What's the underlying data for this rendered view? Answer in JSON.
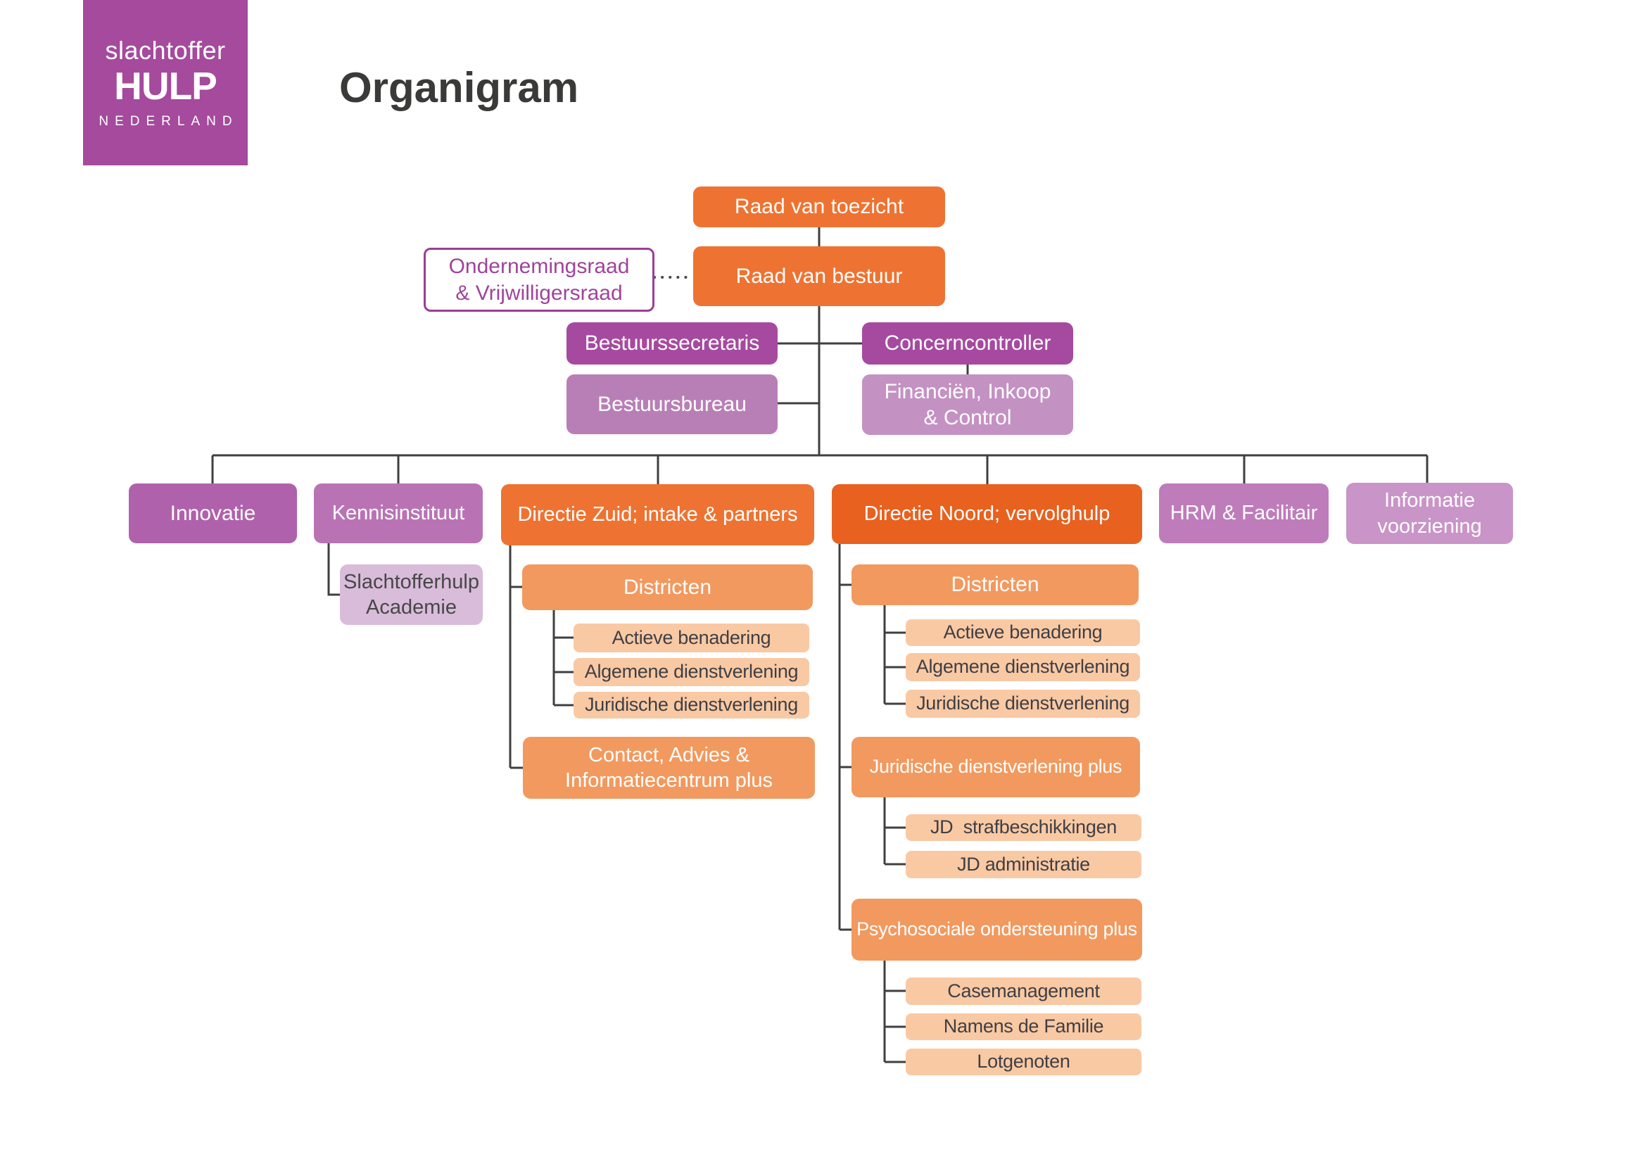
{
  "title": "Organigram",
  "logo": {
    "brand_top": "slachtoffer",
    "brand_main": "HULP",
    "brand_bottom": "NEDERLAND"
  },
  "colors": {
    "logo_purple": "#A54A9D",
    "orange": "#EE7332",
    "orange_deep": "#E8611F",
    "orange_mid": "#F2995F",
    "orange_pale": "#F9C9A4",
    "purple_dark": "#A64AA0",
    "purple_medium": "#B87FB6",
    "purple_light": "#C491C3",
    "purple_innovatie": "#AF62AB",
    "purple_kennisinstituut": "#B973B5",
    "lavender_academie": "#D8BCDA",
    "purple_hrm": "#BE7CBB",
    "purple_informatie": "#C994C8",
    "outline_purple": "#9C3D96",
    "connector_line": "#3F3F3F",
    "text_dark": "#3A3A39"
  },
  "nodes": {
    "raad_van_toezicht": {
      "label": "Raad van toezicht"
    },
    "raad_van_bestuur": {
      "label": "Raad van bestuur"
    },
    "ondernemingsraad": {
      "lines": [
        "Ondernemingsraad",
        "& Vrijwilligersraad"
      ]
    },
    "bestuurssecretaris": {
      "label": "Bestuurssecretaris"
    },
    "concerncontroller": {
      "label": "Concerncontroller"
    },
    "bestuursbureau": {
      "label": "Bestuursbureau"
    },
    "financien": {
      "lines": [
        "Financiën, Inkoop",
        "& Control"
      ]
    },
    "innovatie": {
      "label": "Innovatie"
    },
    "kennisinstituut": {
      "label": "Kennisinstituut"
    },
    "slachtofferhulp_academie": {
      "lines": [
        "Slachtofferhulp",
        "Academie"
      ]
    },
    "directie_zuid": {
      "label": "Directie Zuid; intake & partners"
    },
    "zuid_districten": {
      "label": "Districten"
    },
    "zuid_actieve_benadering": {
      "label": "Actieve benadering"
    },
    "zuid_algemene_dienstverlening": {
      "label": "Algemene dienstverlening"
    },
    "zuid_juridische_dienstverlening": {
      "label": "Juridische dienstverlening"
    },
    "contact_advies_informatiecentrum": {
      "lines": [
        "Contact, Advies &",
        "Informatiecentrum plus"
      ]
    },
    "directie_noord": {
      "label": "Directie Noord; vervolghulp"
    },
    "noord_districten": {
      "label": "Districten"
    },
    "noord_actieve_benadering": {
      "label": "Actieve benadering"
    },
    "noord_algemene_dienstverlening": {
      "label": "Algemene dienstverlening"
    },
    "noord_juridische_dienstverlening": {
      "label": "Juridische dienstverlening"
    },
    "juridische_dienstverlening_plus": {
      "label": "Juridische dienstverlening plus"
    },
    "jd_strafbeschikkingen": {
      "label": "JD  strafbeschikkingen"
    },
    "jd_administratie": {
      "label": "JD administratie"
    },
    "psychosociale_ondersteuning_plus": {
      "label": "Psychosociale ondersteuning plus"
    },
    "casemanagement": {
      "label": "Casemanagement"
    },
    "namens_de_familie": {
      "label": "Namens de Familie"
    },
    "lotgenoten": {
      "label": "Lotgenoten"
    },
    "hrm_facilitair": {
      "label": "HRM & Facilitair"
    },
    "informatievoorziening": {
      "lines": [
        "Informatie",
        "voorziening"
      ]
    }
  }
}
